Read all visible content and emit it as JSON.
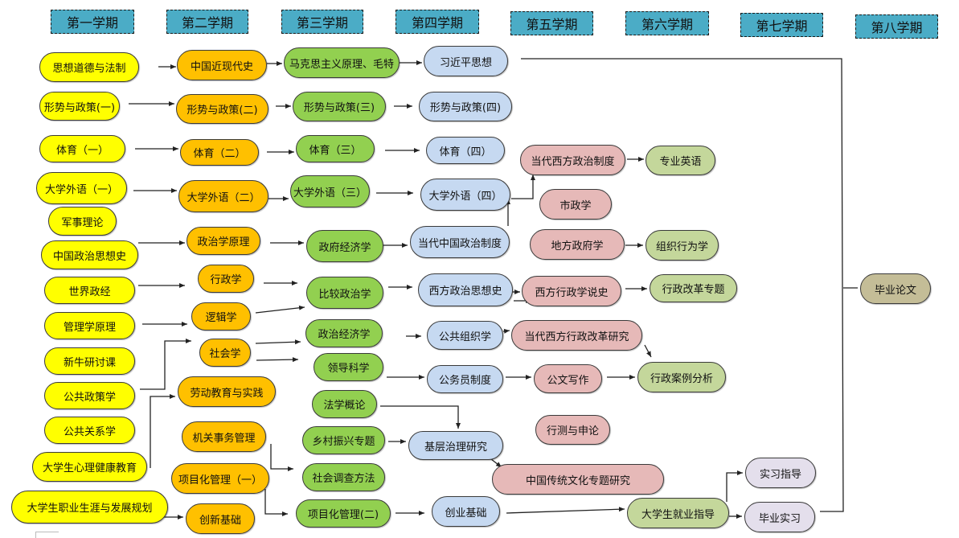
{
  "semesters": [
    "第一学期",
    "第二学期",
    "第三学期",
    "第四学期",
    "第五学期",
    "第六学期",
    "第七学期",
    "第八学期"
  ],
  "colors": {
    "semester_header": "#4bacc6",
    "semester1": "#ffff00",
    "semester2": "#ffc000",
    "semester3": "#92d050",
    "semester4": "#c6d9f1",
    "semester5": "#e6b9b8",
    "semester6": "#c4d79b",
    "semester7": "#e4dfec",
    "semester8": "#c4bd97"
  },
  "courses": {
    "s1": [
      "思想道德与法制",
      "形势与政策(一)",
      "体育（一）",
      "大学外语（一）",
      "军事理论",
      "中国政治思想史",
      "世界政经",
      "管理学原理",
      "新牛研讨课",
      "公共政策学",
      "公共关系学",
      "大学生心理健康教育",
      "大学生职业生涯与发展规划"
    ],
    "s2": [
      "中国近现代史",
      "形势与政策(二)",
      "体育（二）",
      "大学外语（二）",
      "政治学原理",
      "行政学",
      "逻辑学",
      "社会学",
      "劳动教育与实践",
      "机关事务管理",
      "项目化管理（一）",
      "创新基础"
    ],
    "s3": [
      "马克思主义原理、毛特",
      "形势与政策(三)",
      "体育（三）",
      "大学外语（三）",
      "政府经济学",
      "比较政治学",
      "政治经济学",
      "领导科学",
      "法学概论",
      "乡村振兴专题",
      "社会调查方法",
      "项目化管理(二)"
    ],
    "s4": [
      "习近平思想",
      "形势与政策(四)",
      "体育（四）",
      "大学外语（四）",
      "当代中国政治制度",
      "西方政治思想史",
      "公共组织学",
      "公务员制度",
      "基层治理研究",
      "创业基础"
    ],
    "s5": [
      "当代西方政治制度",
      "市政学",
      "地方政府学",
      "西方行政学说史",
      "当代西方行政改革研究",
      "公文写作",
      "行测与申论",
      "中国传统文化专题研究"
    ],
    "s6": [
      "专业英语",
      "组织行为学",
      "行政改革专题",
      "行政案例分析",
      "大学生就业指导"
    ],
    "s7": [
      "实习指导",
      "毕业实习"
    ],
    "s8": [
      "毕业论文"
    ]
  }
}
